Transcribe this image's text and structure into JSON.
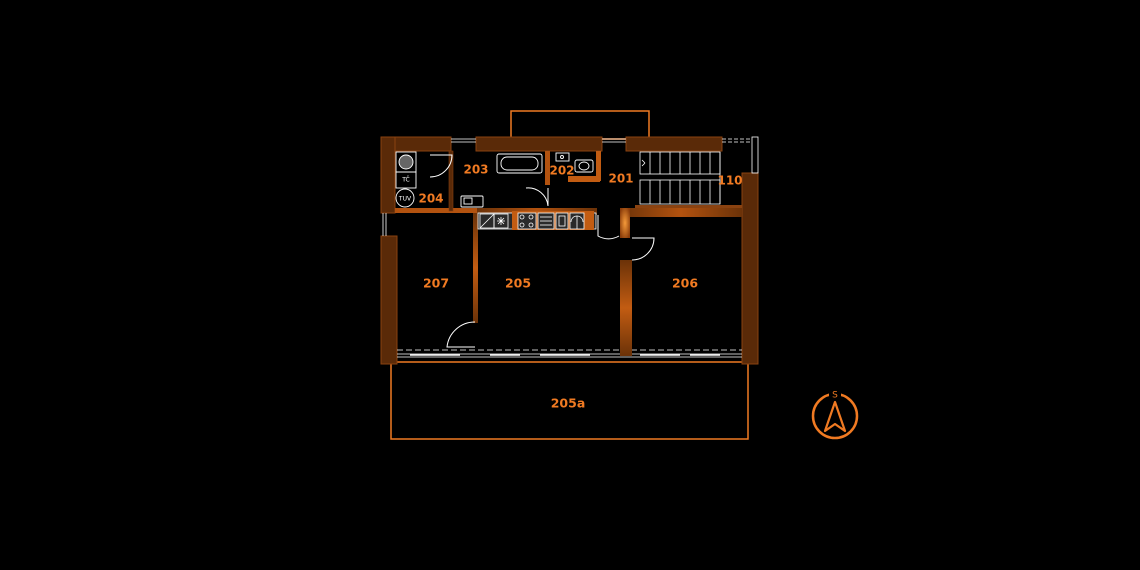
{
  "rooms": {
    "r201": "201",
    "r202": "202",
    "r203": "203",
    "r204": "204",
    "r205": "205",
    "r205a": "205a",
    "r206": "206",
    "r207": "207",
    "r110": "110"
  },
  "fixtures": {
    "heat_pump": "TČ",
    "water_heater": "TUV"
  },
  "compass": {
    "letter": "S"
  },
  "colors": {
    "background": "#000000",
    "accent": "#f07a22",
    "wall_dark": "#5a2a08",
    "lines": "#ffffff"
  }
}
